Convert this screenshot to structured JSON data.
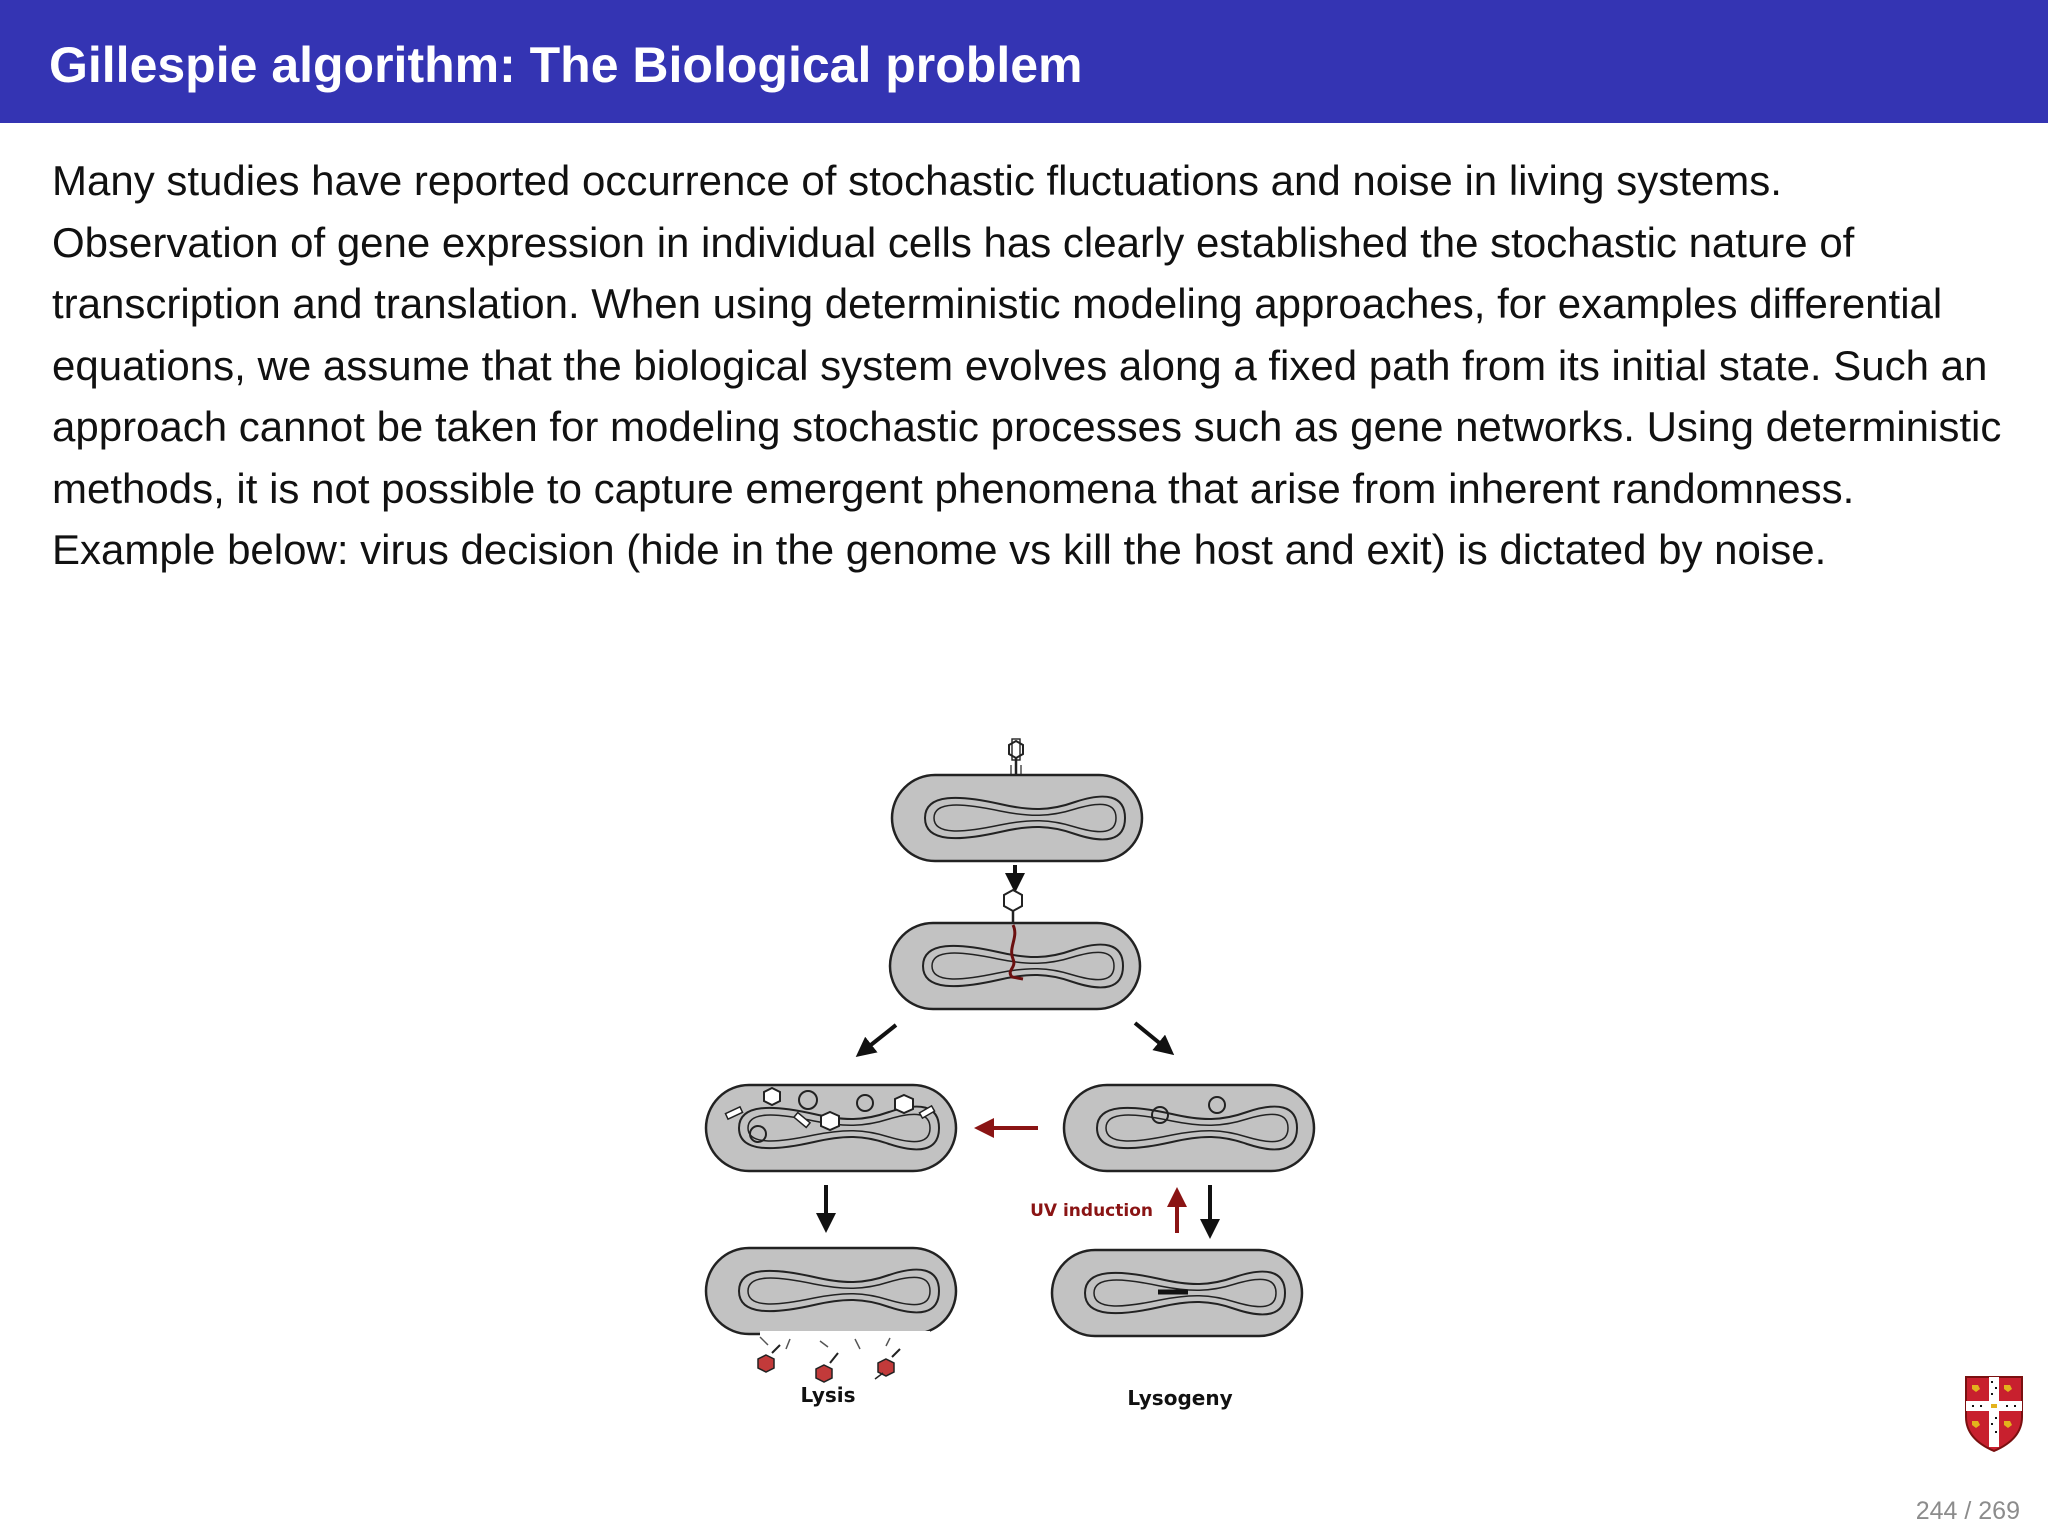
{
  "slide": {
    "title": "Gillespie algorithm: The Biological problem",
    "body": "Many studies have reported occurrence of stochastic fluctuations and noise in living systems. Observation of gene expression in individual cells has clearly established the stochastic nature of transcription and translation. When using deterministic modeling approaches, for examples differential equations, we assume that the biological system evolves along a fixed path from its initial state. Such an approach cannot be taken for modeling stochastic processes such as gene networks. Using deterministic methods, it is not possible to capture emergent phenomena that arise from inherent randomness. Example below: virus decision (hide in the genome vs kill the host and exit) is dictated by noise.",
    "page_number": "244 / 269"
  },
  "figure": {
    "labels": {
      "uv_induction": "UV induction",
      "lysis": "Lysis",
      "lysogeny": "Lysogeny"
    },
    "colors": {
      "cell_fill": "#c2c2c2",
      "outline": "#222222",
      "induction_red": "#8a1414",
      "phage_red": "#c23a3a"
    }
  },
  "colors": {
    "title_bar": "#3434b3",
    "title_text": "#ffffff",
    "page_number": "#8c8c8c"
  },
  "logo": {
    "icon": "university-crest-icon"
  }
}
